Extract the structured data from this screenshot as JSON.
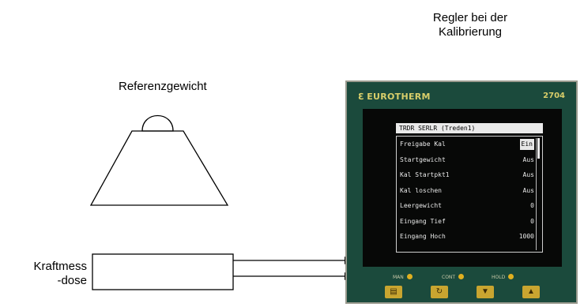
{
  "labels": {
    "controller_caption_line1": "Regler bei der",
    "controller_caption_line2": "Kalibrierung",
    "reference_weight": "Referenzgewicht",
    "load_cell_line1": "Kraftmess",
    "load_cell_line2": "-dose"
  },
  "controller": {
    "brand": "EUROTHERM",
    "model": "2704",
    "header": "TRDR SERLR (Treden1)",
    "menu": [
      {
        "label": "Freigabe Kal",
        "value": "Ein",
        "selected": true
      },
      {
        "label": "Startgewicht",
        "value": "Aus"
      },
      {
        "label": "Kal Startpkt1",
        "value": "Aus"
      },
      {
        "label": "Kal loschen",
        "value": "Aus"
      },
      {
        "label": "Leergewicht",
        "value": "0"
      },
      {
        "label": "Eingang Tief",
        "value": "0"
      },
      {
        "label": "Eingang Hoch",
        "value": "1000"
      }
    ],
    "keys": [
      {
        "icon": "page-icon",
        "glyph": "▤"
      },
      {
        "icon": "scroll-icon",
        "glyph": "↻"
      },
      {
        "icon": "down-arrow-icon",
        "glyph": "▼"
      },
      {
        "icon": "up-arrow-icon",
        "glyph": "▲"
      }
    ],
    "colors": {
      "bezel": "#1b4a3c",
      "screen": "#070807",
      "keys": "#c9a530"
    }
  }
}
